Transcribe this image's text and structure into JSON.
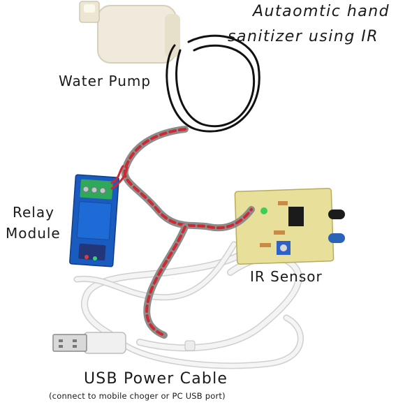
{
  "title": {
    "line1": "Autaomtic hand",
    "line2": "sanitizer using IR"
  },
  "labels": {
    "water_pump": "Water Pump",
    "relay_line1": "Relay",
    "relay_line2": "Module",
    "ir_sensor": "IR Sensor",
    "usb_main": "USB Power Cable",
    "usb_note": "(connect to mobile choger or PC USB port)"
  },
  "colors": {
    "background": "#ffffff",
    "pump_body": "#efeadb",
    "relay_blue": "#1a5bbf",
    "terminal_green": "#2fa85a",
    "pcb_yellow": "#e7df9a",
    "wire_red": "#d0282e",
    "cable_white": "#f3f3f3",
    "tube_black": "#111111"
  }
}
